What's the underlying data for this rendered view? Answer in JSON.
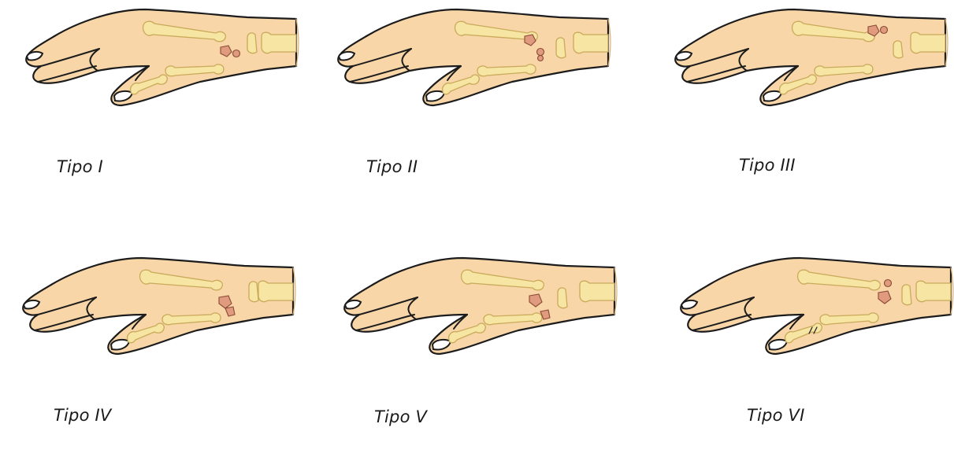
{
  "diagram": {
    "panels": [
      {
        "id": "tipo-1",
        "label": "Tipo I",
        "variant": 1
      },
      {
        "id": "tipo-2",
        "label": "Tipo II",
        "variant": 2
      },
      {
        "id": "tipo-3",
        "label": "Tipo III",
        "variant": 3
      },
      {
        "id": "tipo-4",
        "label": "Tipo IV",
        "variant": 4
      },
      {
        "id": "tipo-5",
        "label": "Tipo V",
        "variant": 5
      },
      {
        "id": "tipo-6",
        "label": "Tipo VI",
        "variant": 6
      }
    ]
  },
  "colors": {
    "skin": "#f8d6a8",
    "bone": "#f7e6a3",
    "fracture_fragment": "#e09a7d",
    "outline": "#1c1c1c"
  }
}
